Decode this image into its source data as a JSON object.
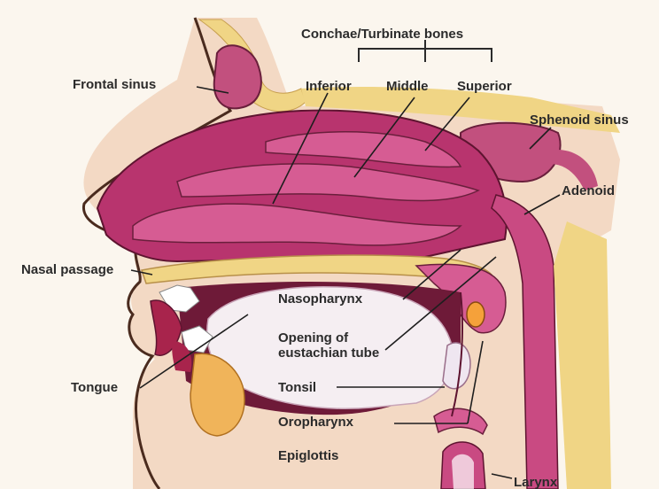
{
  "figure": {
    "background": "#fbf6ee",
    "skin_color": "#f3d9c4",
    "outline_color": "#4a2b1e",
    "nasal_cavity_color": "#b8346e",
    "mucosa_color": "#d65c93",
    "bone_color": "#f0d585",
    "sinus_color": "#c2507e",
    "tongue_color": "#f5eef2"
  },
  "labels": {
    "conchae": "Conchae/Turbinate bones",
    "inferior": "Inferior",
    "middle": "Middle",
    "superior": "Superior",
    "frontal_sinus": "Frontal sinus",
    "sphenoid_sinus": "Sphenoid sinus",
    "adenoid": "Adenoid",
    "nasal_passage": "Nasal passage",
    "nasopharynx": "Nasopharynx",
    "eustachian_line1": "Opening of",
    "eustachian_line2": "eustachian tube",
    "tongue": "Tongue",
    "tonsil": "Tonsil",
    "oropharynx": "Oropharynx",
    "epiglottis": "Epiglottis",
    "larynx": "Larynx"
  }
}
